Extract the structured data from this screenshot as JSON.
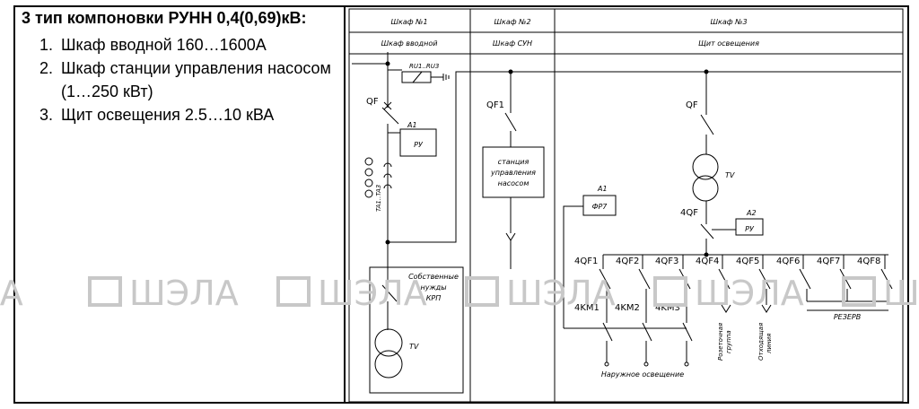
{
  "left_panel": {
    "heading": "3 тип компоновки РУНН 0,4(0,69)кВ:",
    "items": [
      "Шкаф вводной 160…1600А",
      "Шкаф станции управления насосом (1…250 кВт)",
      "Щит освещения 2.5…10 кВА"
    ]
  },
  "schematic": {
    "cabinets": [
      {
        "title": "Шкаф №1",
        "subtitle": "Шкаф вводной"
      },
      {
        "title": "Шкаф №2",
        "subtitle": "Шкаф СУН"
      },
      {
        "title": "Шкаф №3",
        "subtitle": "Щит освещения"
      }
    ],
    "labels": {
      "surge_arrester": "RU1..RU3",
      "main_breaker": "QF",
      "relay_a1": "A1",
      "ru": "РУ",
      "current_transformers": "TA1..TA3",
      "own_needs": [
        "Собственные",
        "нужды",
        "КРП"
      ],
      "tv": "TV",
      "qf1": "QF1",
      "pump_station": [
        "станция",
        "управления",
        "насосом"
      ],
      "cab3_qf": "QF",
      "cab3_tv": "TV",
      "qf4": "4QF",
      "a2": "A2",
      "ru2": "РУ",
      "a1_cab3": "A1",
      "fr7": "ФР7",
      "feeders": [
        "4QF1",
        "4QF2",
        "4QF3",
        "4QF4",
        "4QF5",
        "4QF6",
        "4QF7",
        "4QF8"
      ],
      "contactors": [
        "4KM1",
        "4KM2",
        "4KM3"
      ],
      "socket_group": [
        "Розеточная",
        "группа"
      ],
      "outgoing_line": [
        "Отходящая",
        "линия"
      ],
      "reserve": "РЕЗЕРВ",
      "outdoor_lighting": "Наружное освещение"
    }
  },
  "watermark": {
    "text": "ШЭЛА",
    "color": "#c8c8c8"
  }
}
